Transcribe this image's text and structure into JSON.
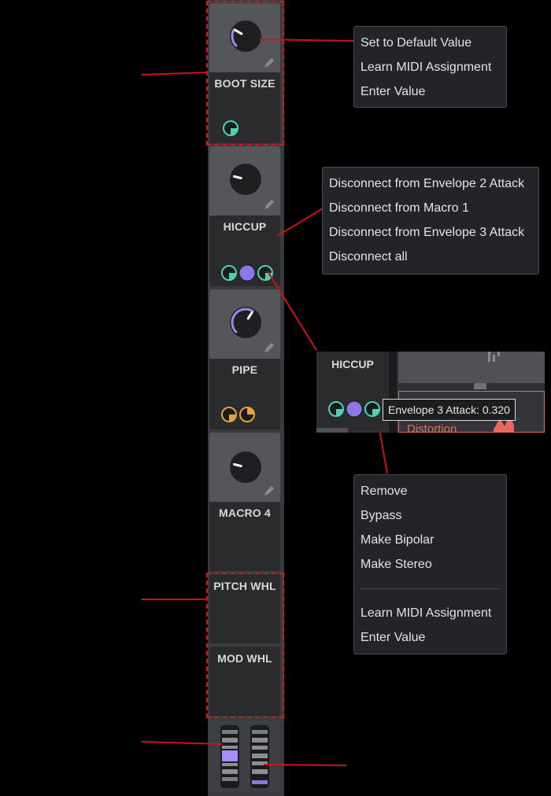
{
  "macros": [
    {
      "name": "BOOT SIZE",
      "knob_value": 0.28,
      "knob_color": "#9b87f5",
      "mod_colors": [
        "#4fd1b1"
      ],
      "has_pencil": true
    },
    {
      "name": "HICCUP",
      "knob_value": 0.22,
      "knob_color": "#9b87f5",
      "mod_colors": [
        "#4fd1b1",
        "#8c78e8",
        "#4fd1b1"
      ],
      "has_pencil": true
    },
    {
      "name": "PIPE",
      "knob_value": 0.62,
      "knob_color": "#9b87f5",
      "mod_colors": [
        "#e3a341",
        "#e3a341"
      ],
      "has_pencil": true
    },
    {
      "name": "MACRO 4",
      "knob_value": 0.22,
      "knob_color": "#9b87f5",
      "mod_colors": [],
      "has_pencil": true
    }
  ],
  "wheels": [
    {
      "name": "PITCH WHL"
    },
    {
      "name": "MOD WHL"
    }
  ],
  "wheel_icons": {
    "pitch_color": "#a58cff",
    "mod_color": "#8a78d8"
  },
  "menu_default": {
    "items": [
      "Set to Default Value",
      "Learn MIDI Assignment",
      "Enter Value"
    ]
  },
  "menu_disconnect": {
    "items": [
      "Disconnect from Envelope 2 Attack",
      "Disconnect from Macro 1",
      "Disconnect from Envelope 3 Attack",
      "Disconnect all"
    ]
  },
  "inset": {
    "label": "HICCUP",
    "tooltip": "Envelope 3 Attack: 0.320",
    "device_label": "Distortion"
  },
  "menu_modulator": {
    "items_top": [
      "Remove",
      "Bypass",
      "Make Bipolar",
      "Make Stereo"
    ],
    "items_bottom": [
      "Learn MIDI Assignment",
      "Enter Value"
    ]
  },
  "colors": {
    "annotation_red": "#d01218",
    "accent_purple": "#9b87f5",
    "teal": "#4fd1b1",
    "orange": "#e3a341"
  }
}
